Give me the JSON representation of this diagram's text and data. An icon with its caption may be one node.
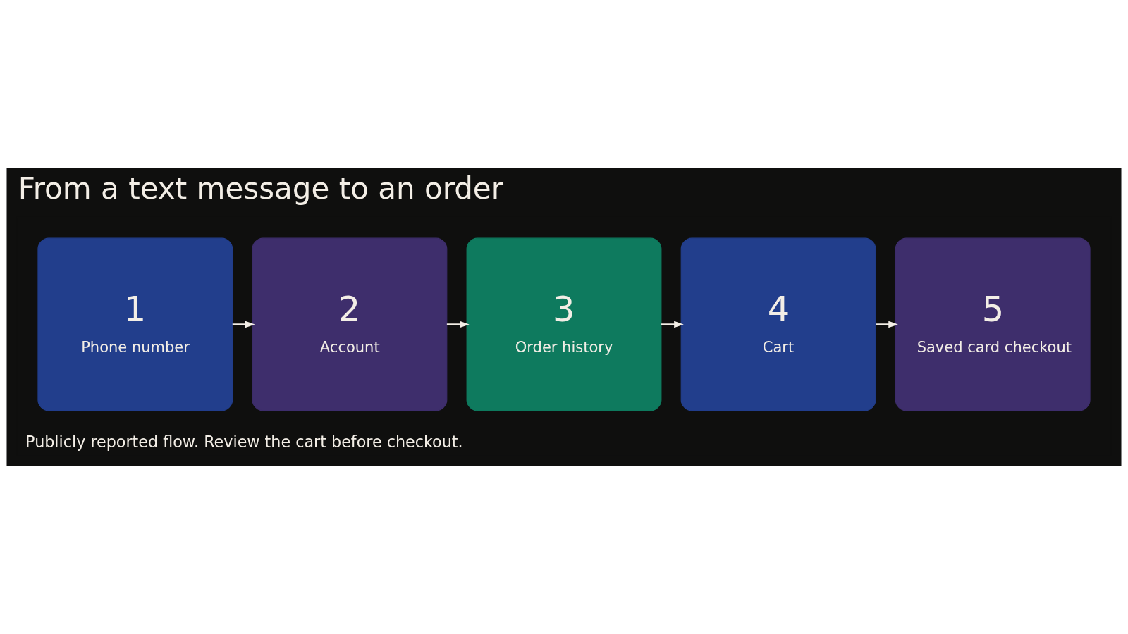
{
  "diagram": {
    "title": "From a text message to an order",
    "caption": "Publicly reported flow. Review the cart before checkout.",
    "nodes": [
      {
        "text": [
          "1",
          "Phone number"
        ]
      },
      {
        "text": [
          "2",
          "Account"
        ]
      },
      {
        "text": [
          "3",
          "Order history"
        ]
      },
      {
        "text": [
          "4",
          "Cart"
        ]
      },
      {
        "text": [
          "5",
          "Saved card checkout"
        ]
      }
    ],
    "edges": [
      {
        "from": 0,
        "to": 1,
        "arrow": "to"
      },
      {
        "from": 1,
        "to": 2,
        "arrow": "to"
      },
      {
        "from": 2,
        "to": 3,
        "arrow": "to"
      },
      {
        "from": 3,
        "to": 4,
        "arrow": "to"
      }
    ]
  }
}
